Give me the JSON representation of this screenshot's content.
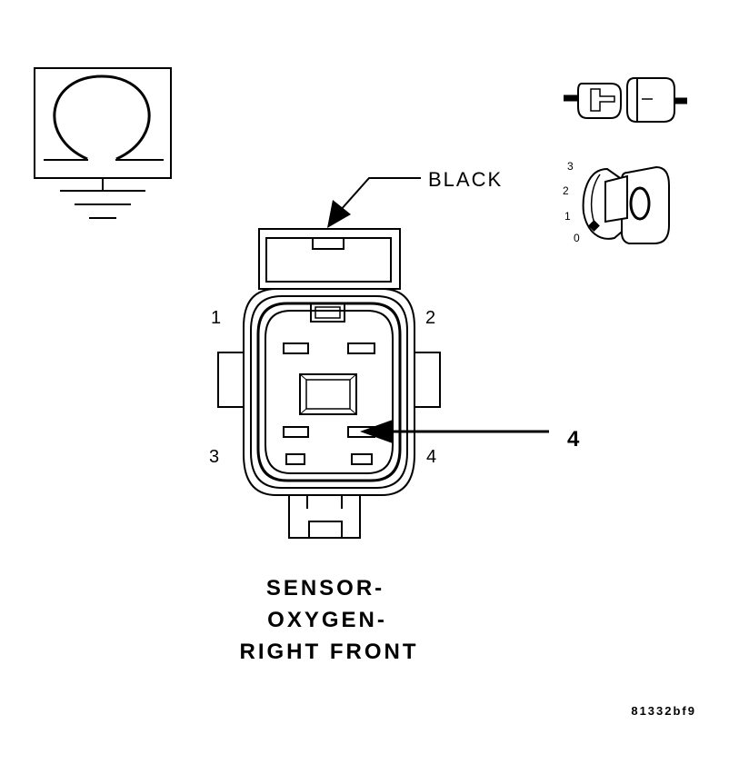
{
  "connector": {
    "color_label": "BLACK",
    "pins": {
      "p1": "1",
      "p2": "2",
      "p3": "3",
      "p4": "4"
    },
    "callout": "4"
  },
  "caption": {
    "line1": "SENSOR-",
    "line2": "OXYGEN-",
    "line3": "RIGHT FRONT"
  },
  "ignition": {
    "pos3": "3",
    "pos2": "2",
    "pos1": "1",
    "pos0": "0"
  },
  "figure_code": "81332bf9",
  "icons": {
    "meter": "ohmmeter-icon",
    "connector_state": "disconnected-connector-icon",
    "key": "ignition-off-icon"
  }
}
